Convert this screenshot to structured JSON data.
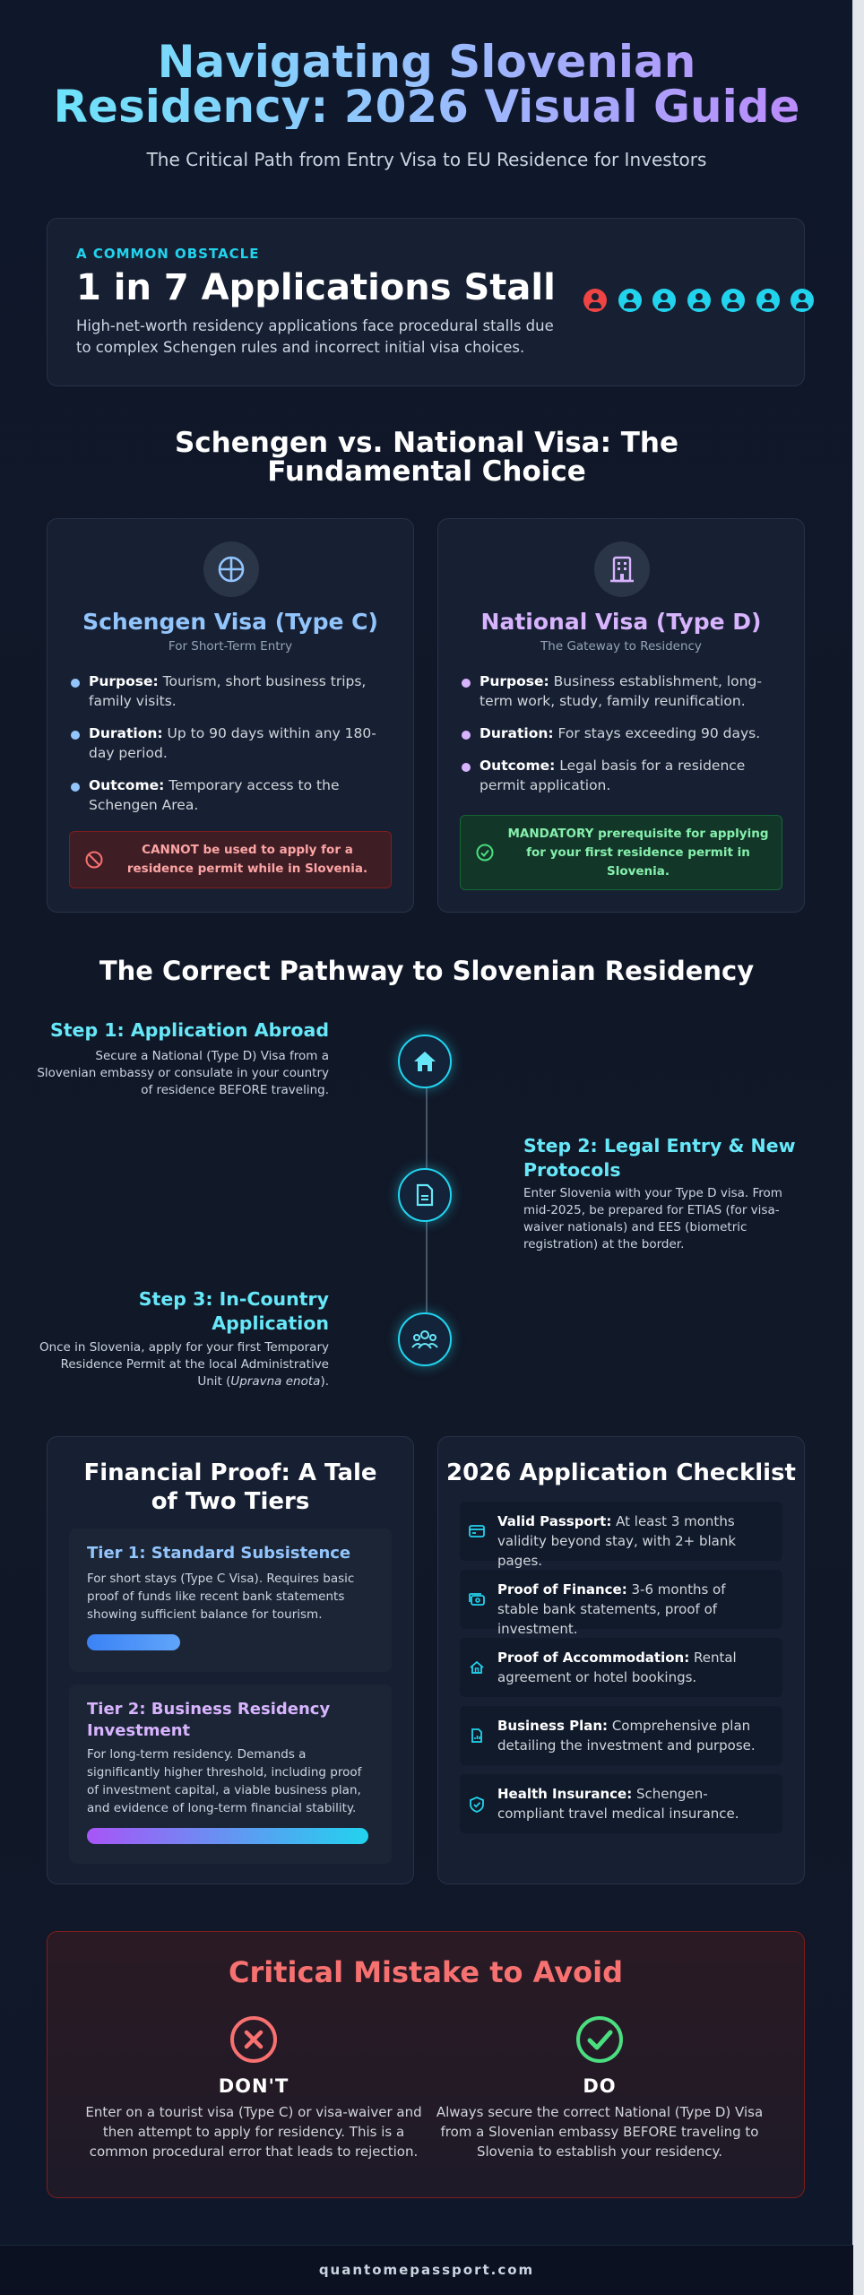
{
  "header": {
    "title_line1": "Navigating Slovenian",
    "title_line2": "Residency: 2026 Visual Guide",
    "subtitle": "The Critical Path from Entry Visa to EU Residence for Investors"
  },
  "obstacle": {
    "eyebrow": "A COMMON OBSTACLE",
    "stat": "1 in 7 Applications Stall",
    "description": "High-net-worth residency applications face procedural stalls due to complex Schengen rules and incorrect initial visa choices.",
    "people_total": 7,
    "people_stalled": 1,
    "stalled_color": "#ef4444",
    "ok_color": "#22d3ee"
  },
  "visa_section": {
    "heading": "Schengen vs. National Visa: The Fundamental Choice",
    "schengen": {
      "icon": "crosshair-globe-icon",
      "title": "Schengen Visa (Type C)",
      "subtitle": "For Short-Term Entry",
      "accent": "#93c5fd",
      "items": [
        {
          "label": "Purpose:",
          "text": "Tourism, short business trips, family visits."
        },
        {
          "label": "Duration:",
          "text": "Up to 90 days within any 180-day period."
        },
        {
          "label": "Outcome:",
          "text": "Temporary access to the Schengen Area."
        }
      ],
      "alert": "CANNOT be used to apply for a residence permit while in Slovenia."
    },
    "national": {
      "icon": "building-icon",
      "title": "National Visa (Type D)",
      "subtitle": "The Gateway to Residency",
      "accent": "#d8b4fe",
      "items": [
        {
          "label": "Purpose:",
          "text": "Business establishment, long-term work, study, family reunification."
        },
        {
          "label": "Duration:",
          "text": "For stays exceeding 90 days."
        },
        {
          "label": "Outcome:",
          "text": "Legal basis for a residence permit application."
        }
      ],
      "alert": "MANDATORY prerequisite for applying for your first residence permit in Slovenia."
    }
  },
  "pathway": {
    "heading": "The Correct Pathway to Slovenian Residency",
    "steps": [
      {
        "title": "Step 1: Application Abroad",
        "text": "Secure a National (Type D) Visa from a Slovenian embassy or consulate in your country of residence BEFORE traveling.",
        "icon": "home-icon"
      },
      {
        "title": "Step 2: Legal Entry & New Protocols",
        "text": "Enter Slovenia with your Type D visa. From mid-2025, be prepared for ETIAS (for visa-waiver nationals) and EES (biometric registration) at the border.",
        "icon": "document-icon"
      },
      {
        "title": "Step 3: In-Country Application",
        "text_before": "Once in Slovenia, apply for your first Temporary Residence Permit at the local Administrative Unit (",
        "text_italic": "Upravna enota",
        "text_after": ").",
        "icon": "group-icon"
      }
    ]
  },
  "finance": {
    "heading": "Financial Proof: A Tale of Two Tiers",
    "tier1": {
      "title": "Tier 1: Standard Subsistence",
      "text": "For short stays (Type C Visa). Requires basic proof of funds like recent bank statements showing sufficient balance for tourism.",
      "level": 0.33
    },
    "tier2": {
      "title": "Tier 2: Business Residency Investment",
      "text": "For long-term residency. Demands a significantly higher threshold, including proof of investment capital, a viable business plan, and evidence of long-term financial stability.",
      "level": 1.0
    }
  },
  "checklist": {
    "heading": "2026 Application Checklist",
    "items": [
      {
        "label": "Valid Passport:",
        "text": "At least 3 months validity beyond stay, with 2+ blank pages.",
        "icon": "card-icon"
      },
      {
        "label": "Proof of Finance:",
        "text": "3-6 months of stable bank statements, proof of investment.",
        "icon": "money-icon"
      },
      {
        "label": "Proof of Accommodation:",
        "text": "Rental agreement or hotel bookings.",
        "icon": "home-icon"
      },
      {
        "label": "Business Plan:",
        "text": "Comprehensive plan detailing the investment and purpose.",
        "icon": "report-icon"
      },
      {
        "label": "Health Insurance:",
        "text": "Schengen-compliant travel medical insurance.",
        "icon": "shield-check-icon"
      }
    ]
  },
  "mistake": {
    "heading": "Critical Mistake to Avoid",
    "dont_label": "DON'T",
    "dont_text": "Enter on a tourist visa (Type C) or visa-waiver and then attempt to apply for residency. This is a common procedural error that leads to rejection.",
    "do_label": "DO",
    "do_text": "Always secure the correct National (Type D) Visa from a Slovenian embassy BEFORE traveling to Slovenia to establish your residency."
  },
  "footer": {
    "site": "quantomepassport.com"
  }
}
